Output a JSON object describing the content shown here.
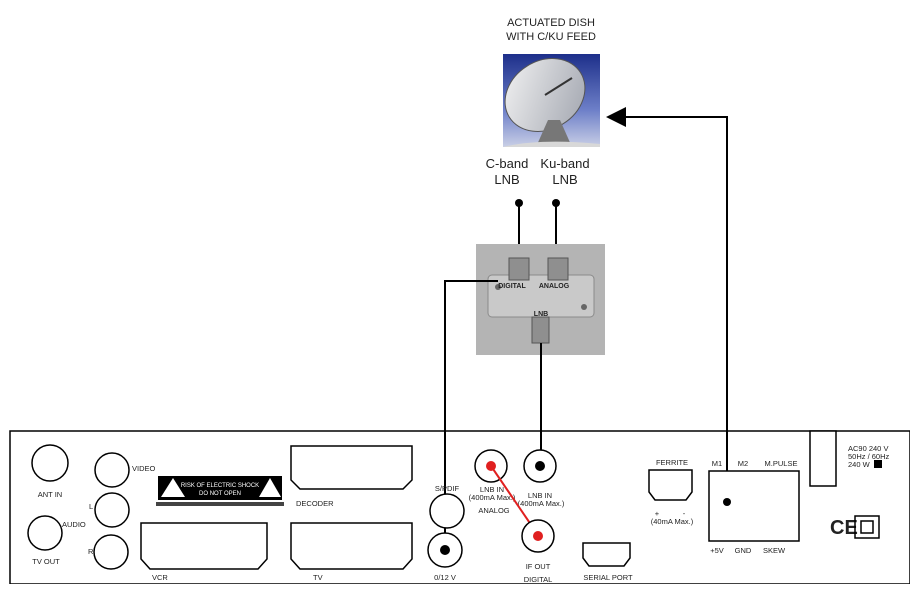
{
  "dish": {
    "title_line1": "ACTUATED DISH",
    "title_line2": "WITH C/KU FEED",
    "lnb_c_line1": "C-band",
    "lnb_c_line2": "LNB",
    "lnb_ku_line1": "Ku-band",
    "lnb_ku_line2": "LNB"
  },
  "switch": {
    "digital_label": "DIGITAL",
    "analog_label": "ANALOG",
    "lnb_label": "LNB"
  },
  "panel": {
    "ant_in": "ANT IN",
    "tv_out": "TV  OUT",
    "video": "VIDEO",
    "l": "L",
    "audio": "AUDIO",
    "r": "R",
    "warning_line1": "RISK OF ELECTRIC SHOCK",
    "warning_line2": "DO  NOT  OPEN",
    "decoder": "DECODER",
    "vcr": "VCR",
    "tv": "TV",
    "spdif": "S/PDIF",
    "v012": "0/12 V",
    "lnb_in_analog_1": "LNB IN",
    "lnb_in_analog_2": "(400mA Max.)",
    "analog": "ANALOG",
    "lnb_in_digital_1": "LNB IN",
    "lnb_in_digital_2": "(400mA Max.)",
    "if_out": "IF OUT",
    "digital": "DIGITAL",
    "serial_port": "SERIAL PORT",
    "ferrite": "FERRITE",
    "ferrite_plus": "+",
    "ferrite_minus": "-",
    "ferrite_max": "(40mA Max.)",
    "m1": "M1",
    "m2": "M2",
    "mpulse": "M.PULSE",
    "plus5v": "+5V",
    "gnd": "GND",
    "skew": "SKEW",
    "ac_line1": "AC90   240 V",
    "ac_line2": "50Hz / 60Hz",
    "ac_line3": "240 W",
    "ce": "CE"
  }
}
